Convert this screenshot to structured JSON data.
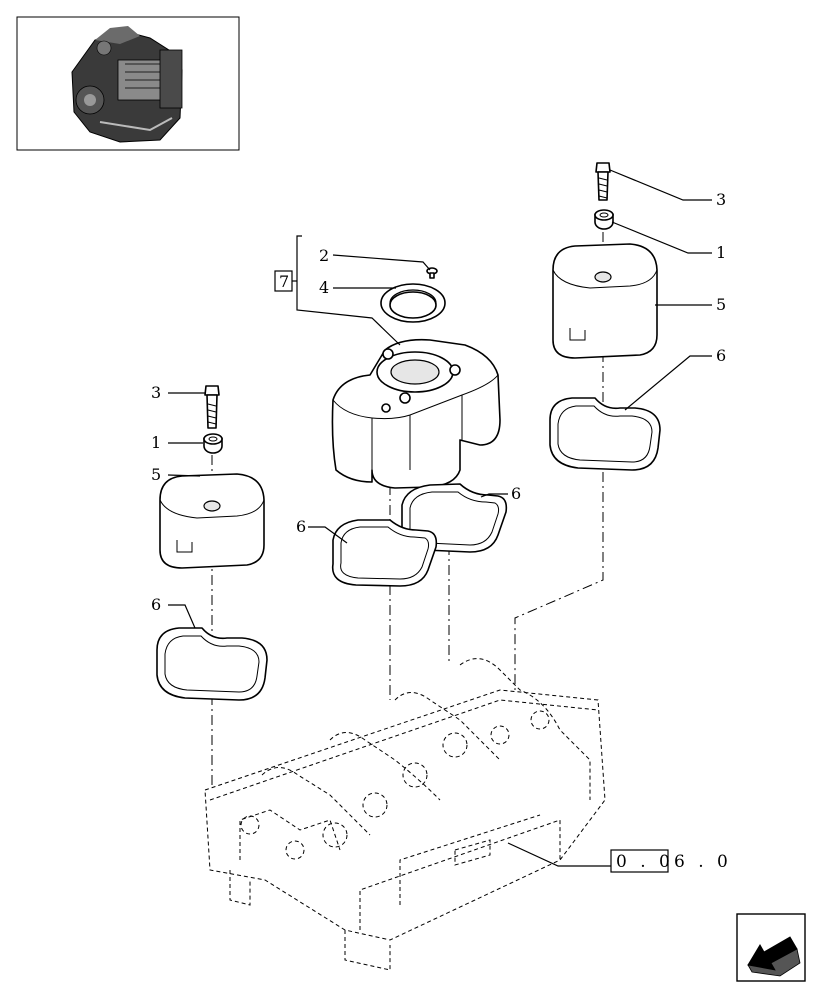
{
  "callouts": [
    {
      "id": "c-3-right",
      "text": "3"
    },
    {
      "id": "c-1-right",
      "text": "1"
    },
    {
      "id": "c-5-right",
      "text": "5"
    },
    {
      "id": "c-6-right",
      "text": "6"
    },
    {
      "id": "c-2-center",
      "text": "2"
    },
    {
      "id": "c-4-center",
      "text": "4"
    },
    {
      "id": "c-6-center-r",
      "text": "6"
    },
    {
      "id": "c-6-center-l",
      "text": "6"
    },
    {
      "id": "c-3-left",
      "text": "3"
    },
    {
      "id": "c-1-left",
      "text": "1"
    },
    {
      "id": "c-5-left",
      "text": "5"
    },
    {
      "id": "c-6-left",
      "text": "6"
    }
  ],
  "assembly_box": {
    "text": "7"
  },
  "reference": {
    "boxed": "0 . 0",
    "rest": "6 . 0"
  },
  "colors": {
    "ink": "#000000",
    "paper": "#ffffff",
    "shade": "#e6e6e6"
  }
}
